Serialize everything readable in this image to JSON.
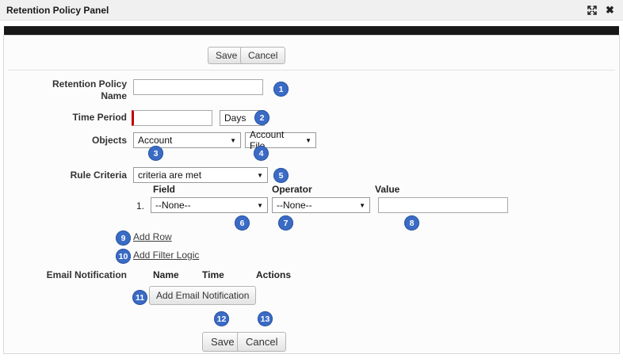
{
  "window": {
    "title": "Retention Policy Panel"
  },
  "icons": {
    "dropdown_arrow": "▼",
    "close": "✖"
  },
  "toolbar_top": {
    "save": "Save",
    "cancel": "Cancel"
  },
  "toolbar_bottom": {
    "save": "Save",
    "cancel": "Cancel"
  },
  "fields": {
    "retention_policy_name": {
      "label": "Retention Policy Name",
      "value": ""
    },
    "time_period": {
      "label": "Time Period",
      "value": "",
      "unit": "Days"
    },
    "objects": {
      "label": "Objects",
      "primary": "Account",
      "secondary": "Account File"
    },
    "rule_criteria": {
      "label": "Rule Criteria",
      "selected": "criteria are met"
    }
  },
  "criteria_table": {
    "headers": {
      "field": "Field",
      "operator": "Operator",
      "value": "Value"
    },
    "rows": [
      {
        "number": "1.",
        "field": "--None--",
        "operator": "--None--",
        "value": ""
      }
    ]
  },
  "links": {
    "add_row": "Add Row",
    "add_filter_logic": "Add Filter Logic"
  },
  "email_notification": {
    "label": "Email Notification",
    "headers": {
      "name": "Name",
      "time": "Time",
      "actions": "Actions"
    },
    "add_button": "Add Email Notification"
  },
  "annotations": {
    "badges": [
      "1",
      "2",
      "3",
      "4",
      "5",
      "6",
      "7",
      "8",
      "9",
      "10",
      "11",
      "12",
      "13"
    ],
    "badge_color": "#3A6BC5"
  },
  "colors": {
    "required_marker": "#C00000",
    "top_bar": "#181818"
  }
}
